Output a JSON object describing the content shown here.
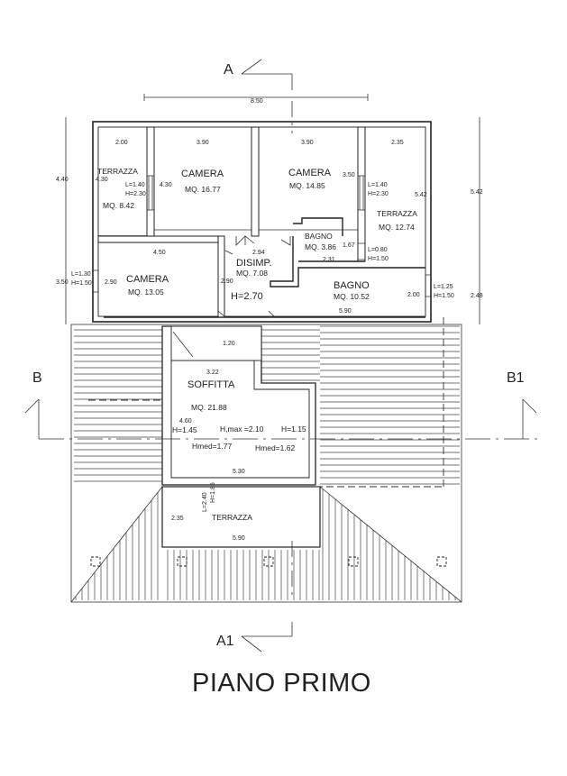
{
  "title": "PIANO PRIMO",
  "section_markers": {
    "a": "A",
    "a1": "A1",
    "b": "B",
    "b1": "B1"
  },
  "rooms": {
    "terrazza_w": {
      "name": "TERRAZZA",
      "area": "MQ. 8.42"
    },
    "camera1": {
      "name": "CAMERA",
      "area": "MQ. 16.77"
    },
    "camera2": {
      "name": "CAMERA",
      "area": "MQ. 14.85"
    },
    "terrazza_e": {
      "name": "TERRAZZA",
      "area": "MQ. 12.74"
    },
    "bagno1": {
      "name": "BAGNO",
      "area": "MQ. 3.86"
    },
    "disimp": {
      "name": "DISIMP.",
      "area": "MQ. 7.08"
    },
    "camera3": {
      "name": "CAMERA",
      "area": "MQ. 13.05"
    },
    "bagno2": {
      "name": "BAGNO",
      "area": "MQ. 10.52"
    },
    "soffitta": {
      "name": "SOFFITTA",
      "area": "MQ. 21.88"
    },
    "terrazza_s": {
      "name": "TERRAZZA"
    }
  },
  "labels": {
    "height": "H=2.70",
    "hmax": "H,max =2.10",
    "h145": "H=1.45",
    "h115": "H=1.15",
    "hmed177": "Hmed=1.77",
    "hmed162": "Hmed=1.62"
  },
  "dimensions": {
    "total_width": "8.50",
    "w200": "2.00",
    "w390a": "3.90",
    "w390b": "3.90",
    "w235": "2.35",
    "h440": "4.40",
    "h430a": "4.30",
    "h430b": "4.30",
    "h350": "3.50",
    "h542a": "5.42",
    "h542b": "5.42",
    "w450": "4.50",
    "w294": "2.94",
    "w231": "2.31",
    "h167": "1.67",
    "h350b": "3.50",
    "h290a": "2.90",
    "h290b": "2.90",
    "w590a": "5.90",
    "h200": "2.00",
    "h248": "2.48",
    "w120": "1.20",
    "w322": "3.22",
    "h460": "4.60",
    "w530": "5.30",
    "h235": "2.35",
    "w590b": "5.90"
  },
  "windows": {
    "w1_l": "L=1.40",
    "w1_h": "H=2.30",
    "w2_l": "L=1.40",
    "w2_h": "H=2.30",
    "w3_l": "L=0.80",
    "w3_h": "H=1.50",
    "w4_l": "L=1.30",
    "w4_h": "H=1.50",
    "w5_l": "L=1.25",
    "w5_h": "H=1.50",
    "w6_l": "L=2.40",
    "w6_h": "H=1.85"
  }
}
